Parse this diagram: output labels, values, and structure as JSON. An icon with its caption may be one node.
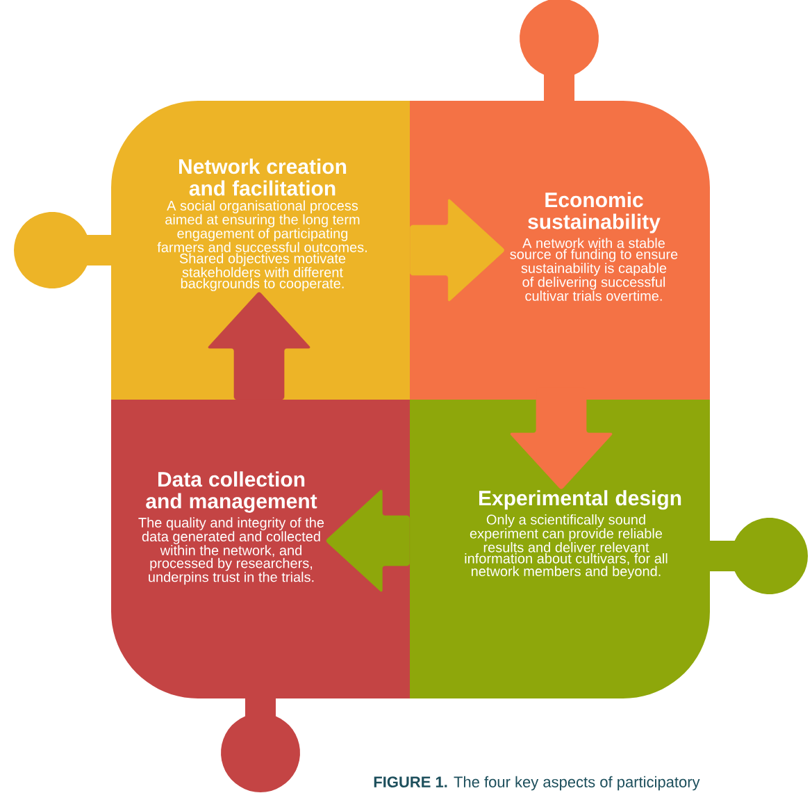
{
  "diagram": {
    "caption": "**FIGURE 1.** The four key aspects of participatory",
    "nodes": [
      {
        "text": [
          "Network creation and facilitation",
          "A social organisational process aimed at ensuring the long term engagement of participating farmers and successful outcomes. Shared objectives motivate stakeholders with different backgrounds to cooperate."
        ]
      },
      {
        "text": [
          "Economic sustainability",
          "A network with a stable source of funding to ensure sustainability is capable of delivering successful cultivar trials overtime."
        ]
      },
      {
        "text": [
          "Experimental design",
          "Only a scientifically sound experiment can provide reliable results and deliver relevant information about cultivars, for all network members and beyond."
        ]
      },
      {
        "text": [
          "Data collection and management",
          "The quality and integrity of the data generated and collected within the network, and processed by researchers, underpins trust in the trials."
        ]
      }
    ],
    "edges": [
      {
        "from": 0,
        "to": 1,
        "arrow": "to",
        "color": "#edb427"
      },
      {
        "from": 1,
        "to": 2,
        "arrow": "to",
        "color": "#f47245"
      },
      {
        "from": 2,
        "to": 3,
        "arrow": "to",
        "color": "#8ea70b"
      },
      {
        "from": 3,
        "to": 0,
        "arrow": "to",
        "color": "#c44444"
      }
    ]
  }
}
